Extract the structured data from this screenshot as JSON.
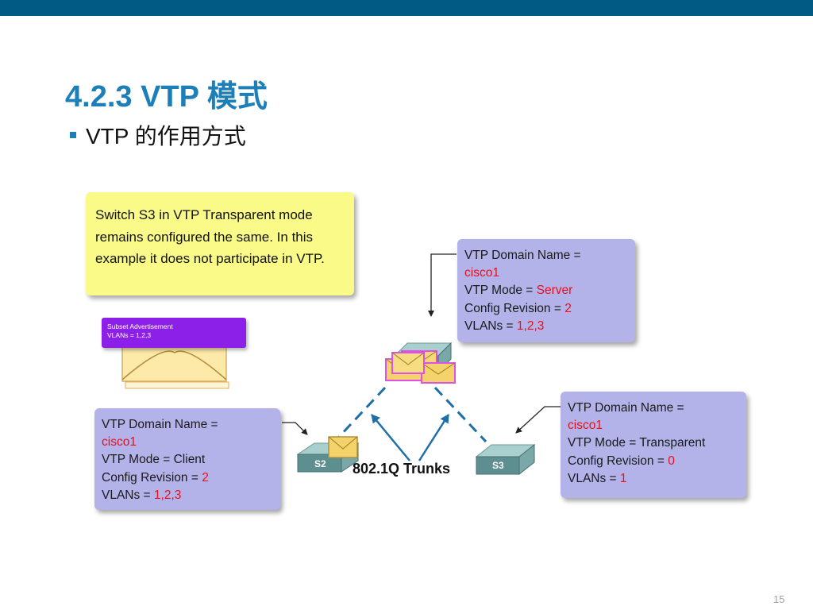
{
  "slide": {
    "title": "4.2.3 VTP 模式",
    "bullet": "VTP 的作用方式",
    "page_number": "15"
  },
  "colors": {
    "topbar": "#005a84",
    "title": "#1d7fb8",
    "note": "#fafa88",
    "info_box": "#b3b3ea",
    "highlight": "#e8101a",
    "advertisement": "#8c1fe8",
    "trunk_line": "#1e6ea8"
  },
  "note": {
    "text": "Switch S3 in VTP Transparent mode remains configured the same. In this example it does not participate in VTP."
  },
  "advertisement": {
    "line1": "Subset  Advertisement",
    "line2": "VLANs = 1,2,3"
  },
  "server_box": {
    "domain_label": "VTP Domain Name =",
    "domain_value": "cisco1",
    "mode_label": "VTP Mode = ",
    "mode_value": "Server",
    "revision_label": "Config Revision = ",
    "revision_value": "2",
    "vlans_label": "VLANs = ",
    "vlans_value": "1,2,3"
  },
  "client_box": {
    "domain_label": "VTP Domain Name =",
    "domain_value": "cisco1",
    "mode_label": "VTP Mode = Client",
    "revision_label": "Config Revision = ",
    "revision_value": "2",
    "vlans_label": "VLANs = ",
    "vlans_value": "1,2,3"
  },
  "transparent_box": {
    "domain_label": "VTP Domain Name =",
    "domain_value": "cisco1",
    "mode_label": "VTP Mode = Transparent",
    "revision_label": "Config Revision = ",
    "revision_value": "0",
    "vlans_label": "VLANs = ",
    "vlans_value": "1"
  },
  "switches": {
    "s2": "S2",
    "s3": "S3"
  },
  "trunk_label": "802.1Q Trunks"
}
